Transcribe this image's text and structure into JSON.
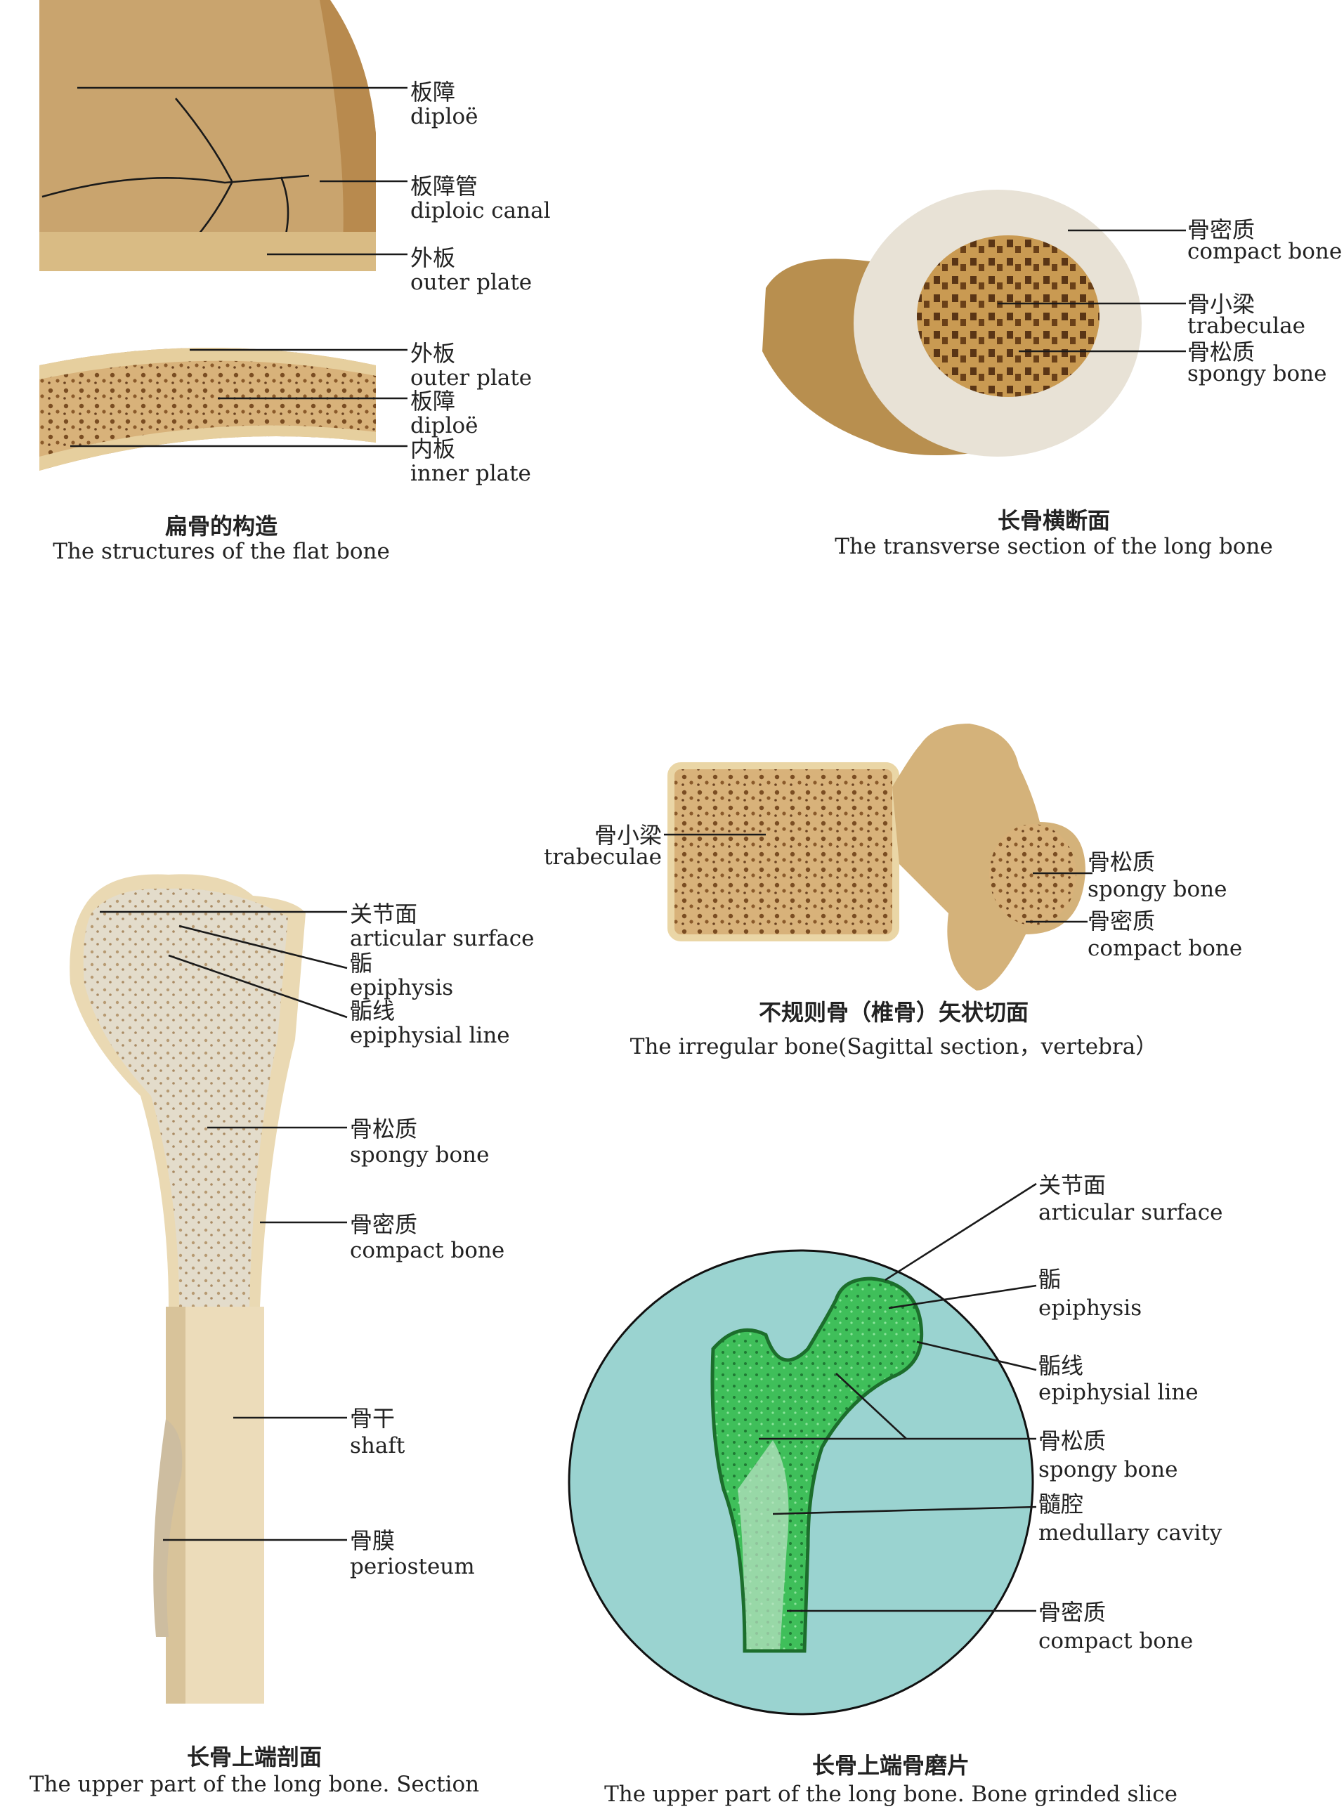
{
  "colors": {
    "bone_light": "#e9d9b4",
    "bone_tan": "#c9a06a",
    "bone_dark": "#8a5a2a",
    "slice_green": "#2ea24a",
    "circle_bg": "#9ad3d0"
  },
  "panels": {
    "flat_bone": {
      "caption_zh": "扁骨的构造",
      "caption_en": "The structures of the flat bone",
      "upper_labels": [
        {
          "zh": "板障",
          "en": "diploë"
        },
        {
          "zh": "板障管",
          "en": "diploic canal"
        },
        {
          "zh": "外板",
          "en": "outer plate"
        }
      ],
      "lower_labels": [
        {
          "zh": "外板",
          "en": "outer plate"
        },
        {
          "zh": "板障",
          "en": "diploë"
        },
        {
          "zh": "内板",
          "en": "inner plate"
        }
      ]
    },
    "transverse": {
      "caption_zh": "长骨横断面",
      "caption_en": "The transverse section of the long bone",
      "labels": [
        {
          "zh": "骨密质",
          "en": "compact bone"
        },
        {
          "zh": "骨小梁",
          "en": "trabeculae"
        },
        {
          "zh": "骨松质",
          "en": "spongy bone"
        }
      ]
    },
    "vertebra": {
      "caption_zh": "不规则骨（椎骨）矢状切面",
      "caption_en": "The irregular bone(Sagittal section，vertebra）",
      "left_label": {
        "zh": "骨小梁",
        "en": "trabeculae"
      },
      "right_labels": [
        {
          "zh": "骨松质",
          "en": "spongy bone"
        },
        {
          "zh": "骨密质",
          "en": "compact bone"
        }
      ]
    },
    "long_section": {
      "caption_zh": "长骨上端剖面",
      "caption_en": "The upper part of the long bone. Section",
      "labels": [
        {
          "zh": "关节面",
          "en": "articular surface"
        },
        {
          "zh": "骺",
          "en": "epiphysis"
        },
        {
          "zh": "骺线",
          "en": "epiphysial line"
        },
        {
          "zh": "骨松质",
          "en": "spongy bone"
        },
        {
          "zh": "骨密质",
          "en": "compact bone"
        },
        {
          "zh": "骨干",
          "en": "shaft"
        },
        {
          "zh": "骨膜",
          "en": "periosteum"
        }
      ]
    },
    "grinded": {
      "caption_zh": "长骨上端骨磨片",
      "caption_en": "The upper part of the long bone. Bone  grinded slice",
      "labels": [
        {
          "zh": "关节面",
          "en": "articular surface"
        },
        {
          "zh": "骺",
          "en": "epiphysis"
        },
        {
          "zh": "骺线",
          "en": "epiphysial line"
        },
        {
          "zh": "骨松质",
          "en": "spongy bone"
        },
        {
          "zh": "髓腔",
          "en": "medullary cavity"
        },
        {
          "zh": "骨密质",
          "en": "compact bone"
        }
      ]
    }
  }
}
